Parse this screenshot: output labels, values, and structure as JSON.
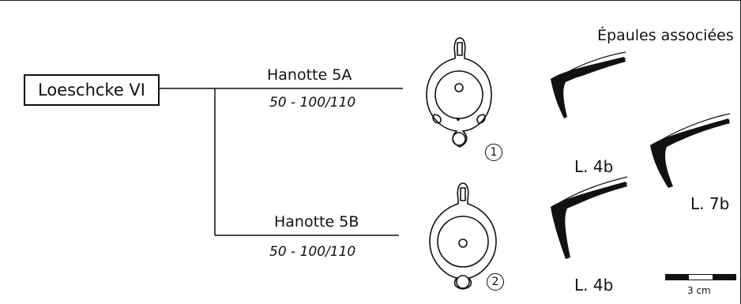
{
  "root": {
    "label": "Loeschcke VI"
  },
  "header": {
    "title": "Épaules associées"
  },
  "types": [
    {
      "name": "Hanotte 5A",
      "date": "50 - 100/110",
      "number": "1"
    },
    {
      "name": "Hanotte 5B",
      "date": "50 - 100/110",
      "number": "2"
    }
  ],
  "shoulders": [
    {
      "label": "L. 4b"
    },
    {
      "label": "L. 7b"
    },
    {
      "label": "L. 4b"
    }
  ],
  "scale": {
    "label": "3 cm"
  }
}
